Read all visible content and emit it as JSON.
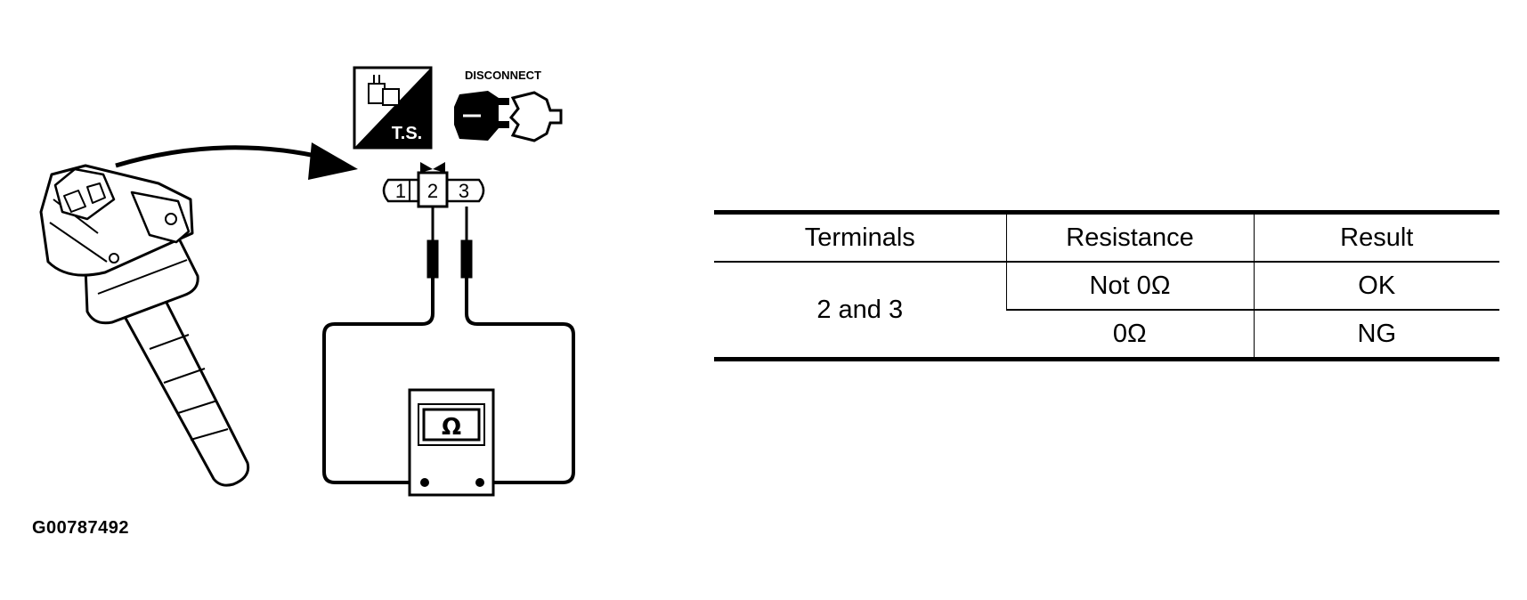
{
  "figure": {
    "id": "G00787492",
    "ts_label": "T.S.",
    "disconnect_label": "DISCONNECT",
    "terminals": [
      "1",
      "2",
      "3"
    ],
    "meter_symbol": "Ω"
  },
  "table": {
    "headers": [
      "Terminals",
      "Resistance",
      "Result"
    ],
    "terminals_value": "2 and 3",
    "rows": [
      {
        "resistance": "Not 0Ω",
        "result": "OK"
      },
      {
        "resistance": "0Ω",
        "result": "NG"
      }
    ]
  }
}
